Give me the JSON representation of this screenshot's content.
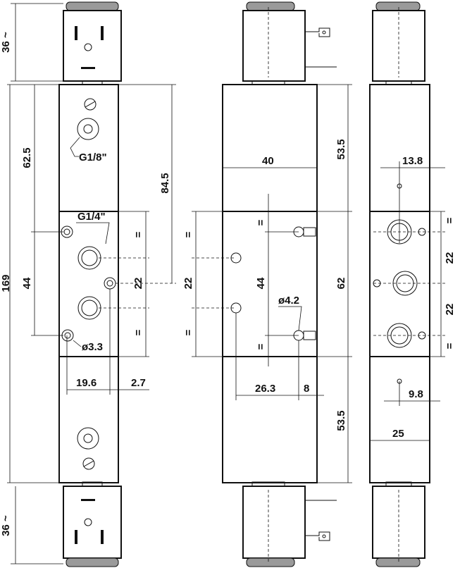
{
  "labels": {
    "d36_top": "36 ~",
    "d36_bottom": "36 ~",
    "d169": "169",
    "d62_5": "62.5",
    "d44_left": "44",
    "d84_5": "84.5",
    "d22_left": "22",
    "g1_8": "G1/8\"",
    "g1_4": "G1/4\"",
    "d3_3": "ø3.3",
    "d19_6": "19.6",
    "d2_7": "2.7",
    "eq": "=",
    "d40": "40",
    "d53_5_top": "53.5",
    "d22_mid": "22",
    "d44_mid": "44",
    "d62": "62",
    "d4_2": "ø4.2",
    "d26_3": "26.3",
    "d8": "8",
    "d53_5_bottom": "53.5",
    "d13_8": "13.8",
    "d22_right_a": "22",
    "d22_right_b": "22",
    "d9_8": "9.8",
    "d25": "25"
  }
}
